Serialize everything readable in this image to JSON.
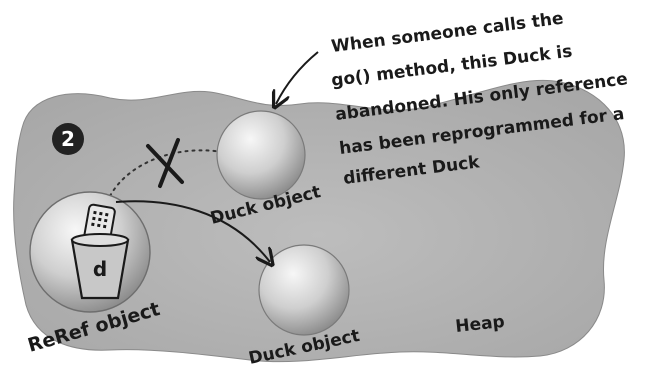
{
  "step_number": "2",
  "callout_lines": [
    "When someone calls the",
    "go() method, this Duck is",
    "abandoned. His only reference",
    "has been reprogrammed for a",
    "different Duck"
  ],
  "labels": {
    "abandoned_object": "Duck object",
    "new_object": "Duck object",
    "reference_object": "ReRef object",
    "heap": "Heap",
    "reference_variable": "d"
  },
  "colors": {
    "heap_fill": "#b3b3b3",
    "sphere_light": "#f2f2f2",
    "sphere_dark": "#9a9a9a",
    "ink": "#1a1a1a",
    "badge": "#222222"
  },
  "icons": {
    "broken_reference_mark": "x-mark-icon",
    "remote_control": "remote-control-icon",
    "cup": "cup-icon"
  }
}
